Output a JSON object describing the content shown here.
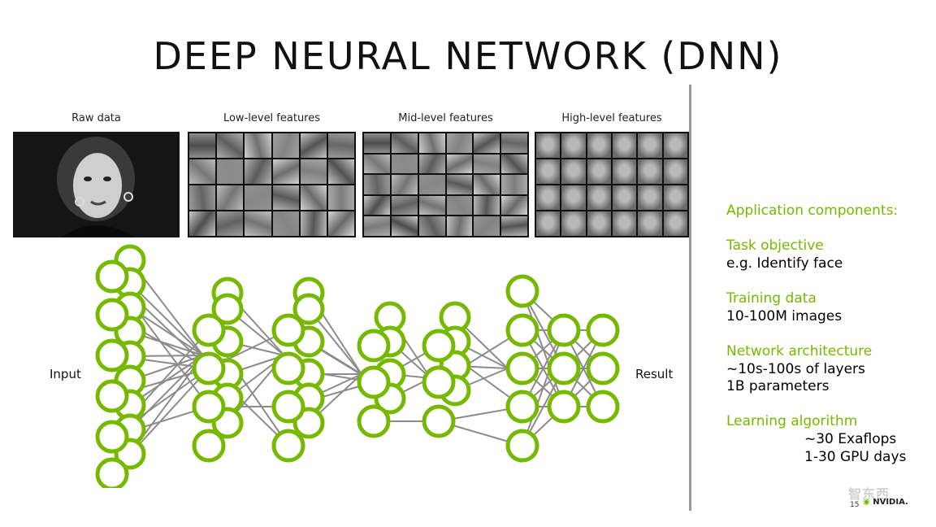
{
  "title": "DEEP NEURAL NETWORK (DNN)",
  "features": {
    "raw": "Raw data",
    "low": "Low-level features",
    "mid": "Mid-level features",
    "high": "High-level features"
  },
  "network": {
    "input_label": "Input",
    "result_label": "Result"
  },
  "sidebar": {
    "heading": "Application components:",
    "task_title": "Task objective",
    "task_value": "e.g. Identify face",
    "training_title": "Training data",
    "training_value": "10-100M images",
    "arch_title": "Network architecture",
    "arch_value_1": "~10s-100s of layers",
    "arch_value_2": "1B parameters",
    "learning_title": "Learning algorithm",
    "learning_value_1": "~30 Exaflops",
    "learning_value_2": "1-30 GPU days"
  },
  "footer": {
    "page_number": "15",
    "logo_text": "NVIDIA.",
    "watermark": "智东西"
  },
  "colors": {
    "accent": "#76b900",
    "node_stroke": "#76b900",
    "edge": "#8c8c8c",
    "divider": "#9a9a9a"
  }
}
